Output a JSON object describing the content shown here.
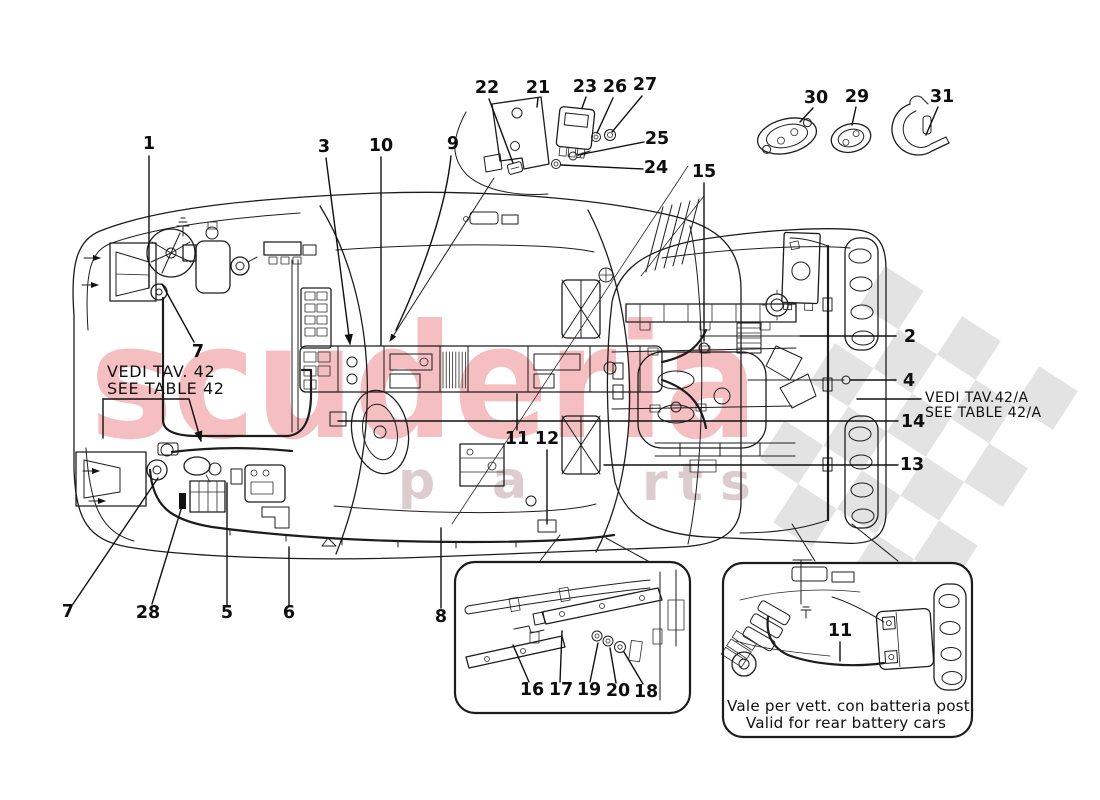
{
  "diagram": {
    "type": "car-electrical-system-parts-diagram",
    "watermark": {
      "brand": "scuderia",
      "letters": [
        "p",
        "a",
        "r",
        "t",
        "s"
      ],
      "brand_color": "#f5bec1",
      "letters_color": "#ddccce",
      "flag_color": "#e0e0e0"
    },
    "notes": {
      "left": {
        "line1": "VEDI TAV. 42",
        "line2": "SEE TABLE 42"
      },
      "right": {
        "line1": "VEDI TAV.42/A",
        "line2": "SEE TABLE 42/A"
      },
      "inset": {
        "line1": "Vale per vett. con batteria post.",
        "line2": "Valid for rear battery cars"
      }
    },
    "callouts": [
      {
        "label": "1"
      },
      {
        "label": "3"
      },
      {
        "label": "10"
      },
      {
        "label": "9"
      },
      {
        "label": "22"
      },
      {
        "label": "21"
      },
      {
        "label": "23"
      },
      {
        "label": "26"
      },
      {
        "label": "27"
      },
      {
        "label": "25"
      },
      {
        "label": "24"
      },
      {
        "label": "30"
      },
      {
        "label": "29"
      },
      {
        "label": "31"
      },
      {
        "label": "15"
      },
      {
        "label": "2"
      },
      {
        "label": "4"
      },
      {
        "label": "14"
      },
      {
        "label": "13"
      },
      {
        "label": "7"
      },
      {
        "label": "11"
      },
      {
        "label": "12"
      },
      {
        "label": "7"
      },
      {
        "label": "28"
      },
      {
        "label": "5"
      },
      {
        "label": "6"
      },
      {
        "label": "8"
      },
      {
        "label": "16"
      },
      {
        "label": "17"
      },
      {
        "label": "19"
      },
      {
        "label": "20"
      },
      {
        "label": "18"
      },
      {
        "label": "11"
      }
    ]
  }
}
